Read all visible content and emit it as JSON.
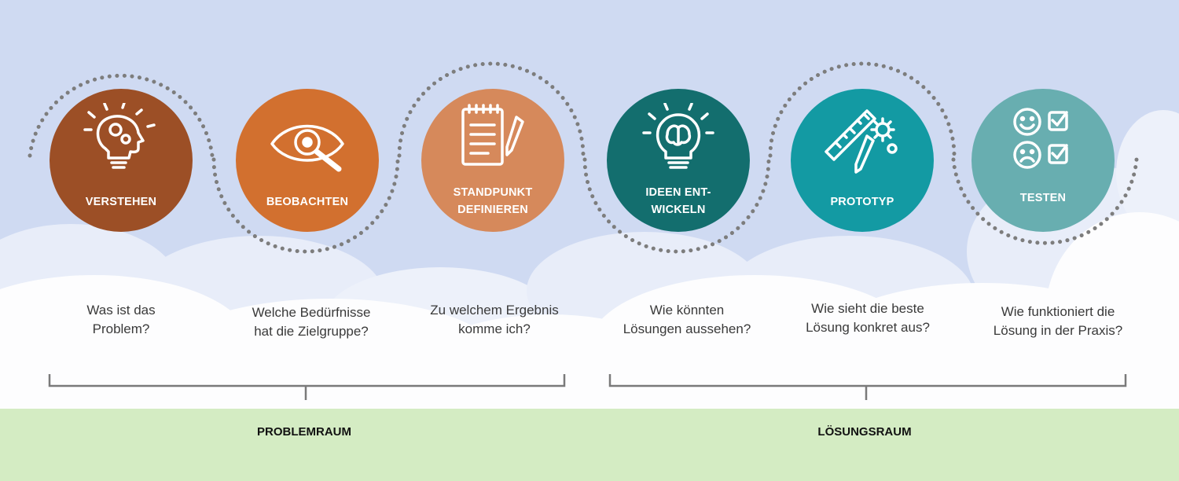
{
  "colors": {
    "sky": "#cfdaf2",
    "ground": "#d4ecc3",
    "cloud": "#ffffff",
    "bracket": "#7a7a7a",
    "dots": "#7d7d7d"
  },
  "steps": [
    {
      "label": "VERSTEHEN",
      "color": "#9c4f26",
      "icon": "lightbulb-head-gears-icon",
      "question": "Was ist das\nProblem?"
    },
    {
      "label": "BEOBACHTEN",
      "color": "#d2702f",
      "icon": "eye-magnifier-icon",
      "question": "Welche Bedürfnisse\nhat die Zielgruppe?"
    },
    {
      "label": "STANDPUNKT\nDEFINIEREN",
      "color": "#d6895b",
      "icon": "notepad-pencil-icon",
      "question": "Zu welchem Ergebnis\nkomme ich?"
    },
    {
      "label": "IDEEN ENT-\nWICKELN",
      "color": "#136e6e",
      "icon": "lightbulb-brain-icon",
      "question": "Wie könnten\nLösungen aussehen?"
    },
    {
      "label": "PROTOTYP",
      "color": "#139aa3",
      "icon": "ruler-pencil-gears-icon",
      "question": "Wie sieht die beste\nLösung konkret aus?"
    },
    {
      "label": "TESTEN",
      "color": "#68aeb0",
      "icon": "smileys-checkboxes-icon",
      "question": "Wie funktioniert die\nLösung in der Praxis?"
    }
  ],
  "spaces": {
    "problem": "PROBLEMRAUM",
    "solution": "LÖSUNGSRAUM"
  }
}
